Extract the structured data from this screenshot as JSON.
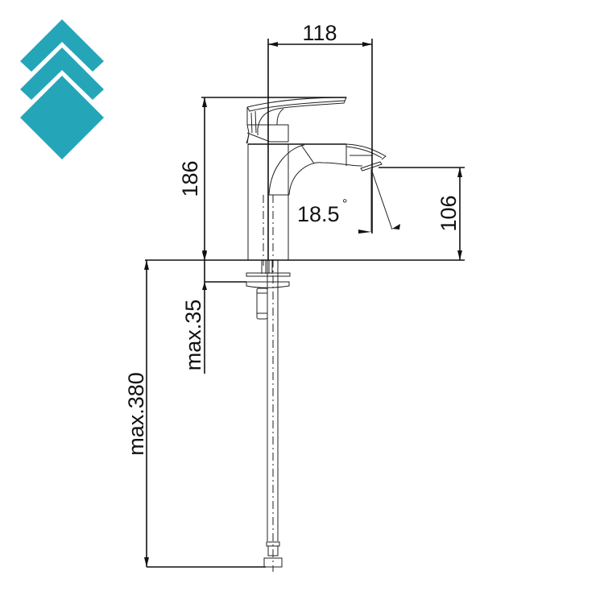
{
  "logo": {
    "name": "chevron-diamond-logo",
    "color": "#24a6b8"
  },
  "drawing": {
    "subject": "single-lever basin faucet side view",
    "dimensions": {
      "spout_reach": "118",
      "total_height": "186",
      "spout_height": "106",
      "spout_angle": "18.5",
      "degree_symbol": "°",
      "deck_thickness": "max.35",
      "hose_length": "max.380"
    }
  }
}
